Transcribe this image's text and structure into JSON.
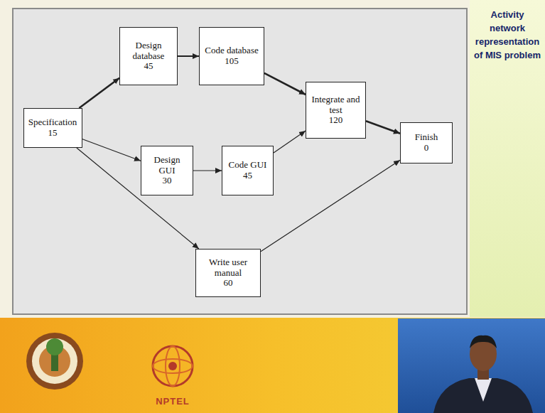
{
  "diagram": {
    "title": "Activity network representation of MIS problem",
    "nodes": [
      {
        "text": [
          "Specification",
          "15"
        ]
      },
      {
        "text": [
          "Design database",
          "45"
        ]
      },
      {
        "text": [
          "Code database",
          "105"
        ]
      },
      {
        "text": [
          "Integrate and test",
          "120"
        ]
      },
      {
        "text": [
          "Finish",
          "0"
        ]
      },
      {
        "text": [
          "Design GUI",
          "30"
        ]
      },
      {
        "text": [
          "Code GUI",
          "45"
        ]
      },
      {
        "text": [
          "Write user manual",
          "60"
        ]
      }
    ],
    "edges": [
      {
        "from": 0,
        "to": 1,
        "arrow": "to"
      },
      {
        "from": 1,
        "to": 2,
        "arrow": "to"
      },
      {
        "from": 2,
        "to": 3,
        "arrow": "to"
      },
      {
        "from": 3,
        "to": 4,
        "arrow": "to"
      },
      {
        "from": 0,
        "to": 5,
        "arrow": "to"
      },
      {
        "from": 5,
        "to": 6,
        "arrow": "to"
      },
      {
        "from": 6,
        "to": 3,
        "arrow": "to"
      },
      {
        "from": 0,
        "to": 7,
        "arrow": "to"
      },
      {
        "from": 7,
        "to": 4,
        "arrow": "to"
      }
    ],
    "labels": [
      "NPTEL"
    ]
  }
}
